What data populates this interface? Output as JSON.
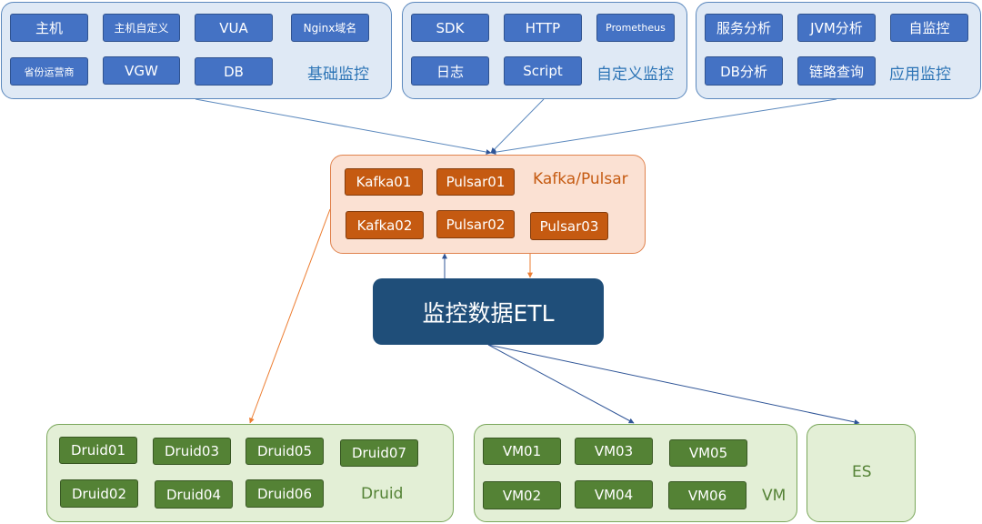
{
  "groups": {
    "basic": {
      "label": "基础监控",
      "nodes": [
        "主机",
        "主机自定义",
        "VUA",
        "Nginx域名",
        "省份运营商",
        "VGW",
        "DB"
      ]
    },
    "custom": {
      "label": "自定义监控",
      "nodes": [
        "SDK",
        "HTTP",
        "Prometheus",
        "日志",
        "Script"
      ]
    },
    "app": {
      "label": "应用监控",
      "nodes": [
        "服务分析",
        "JVM分析",
        "自监控",
        "DB分析",
        "链路查询"
      ]
    },
    "mq": {
      "label": "Kafka/Pulsar",
      "nodes": [
        "Kafka01",
        "Pulsar01",
        "Kafka02",
        "Pulsar02",
        "Pulsar03"
      ]
    },
    "druid": {
      "label": "Druid",
      "nodes": [
        "Druid01",
        "Druid03",
        "Druid05",
        "Druid07",
        "Druid02",
        "Druid04",
        "Druid06"
      ]
    },
    "vm": {
      "label": "VM",
      "nodes": [
        "VM01",
        "VM03",
        "VM05",
        "VM02",
        "VM04",
        "VM06"
      ]
    },
    "es": {
      "label": "ES"
    }
  },
  "etl": {
    "label": "监控数据ETL"
  },
  "colors": {
    "blue_group_fill": "#dfe9f5",
    "blue_node": "#4472c4",
    "orange_group_fill": "#fbe1d3",
    "orange_node": "#c55a11",
    "green_group_fill": "#e3efd6",
    "green_node": "#548235",
    "etl_fill": "#1f4e79",
    "link_blue": "#5b88bd",
    "link_orange": "#ed7d31"
  }
}
